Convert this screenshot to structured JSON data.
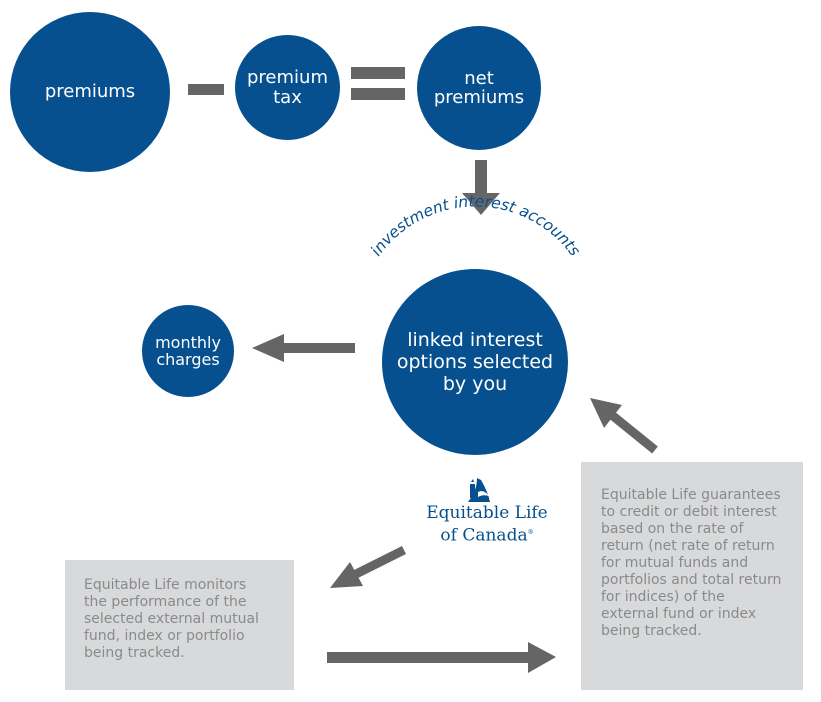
{
  "circles": {
    "premiums": "premiums",
    "premium_tax": [
      "premium",
      "tax"
    ],
    "net_premiums": [
      "net",
      "premiums"
    ],
    "linked_interest": [
      "linked interest",
      "options selected",
      "by you"
    ],
    "monthly_charges": [
      "monthly",
      "charges"
    ]
  },
  "arc_label": "investment interest accounts",
  "logo": {
    "line1": "Equitable Life",
    "line2": "of Canada",
    "mark": "®"
  },
  "boxes": {
    "monitors": [
      "Equitable Life monitors",
      "the performance of the",
      "selected external mutual",
      "fund, index or portfolio",
      "being tracked."
    ],
    "guarantees": [
      "Equitable Life guarantees",
      "to credit or debit interest",
      "based on the rate of",
      "return (net rate of return",
      "for mutual funds and",
      "portfolios and total return",
      "for indices) of the",
      "external fund or index",
      "being tracked."
    ]
  },
  "colors": {
    "circle_blue": "#06508f",
    "arrow_gray": "#656565",
    "box_gray": "#d8d9db",
    "box_text": "#8a8a8a"
  },
  "icons": {
    "minus": "minus-operator-icon",
    "equals": "equals-operator-icon",
    "logo": "lighthouse-logo-icon"
  }
}
